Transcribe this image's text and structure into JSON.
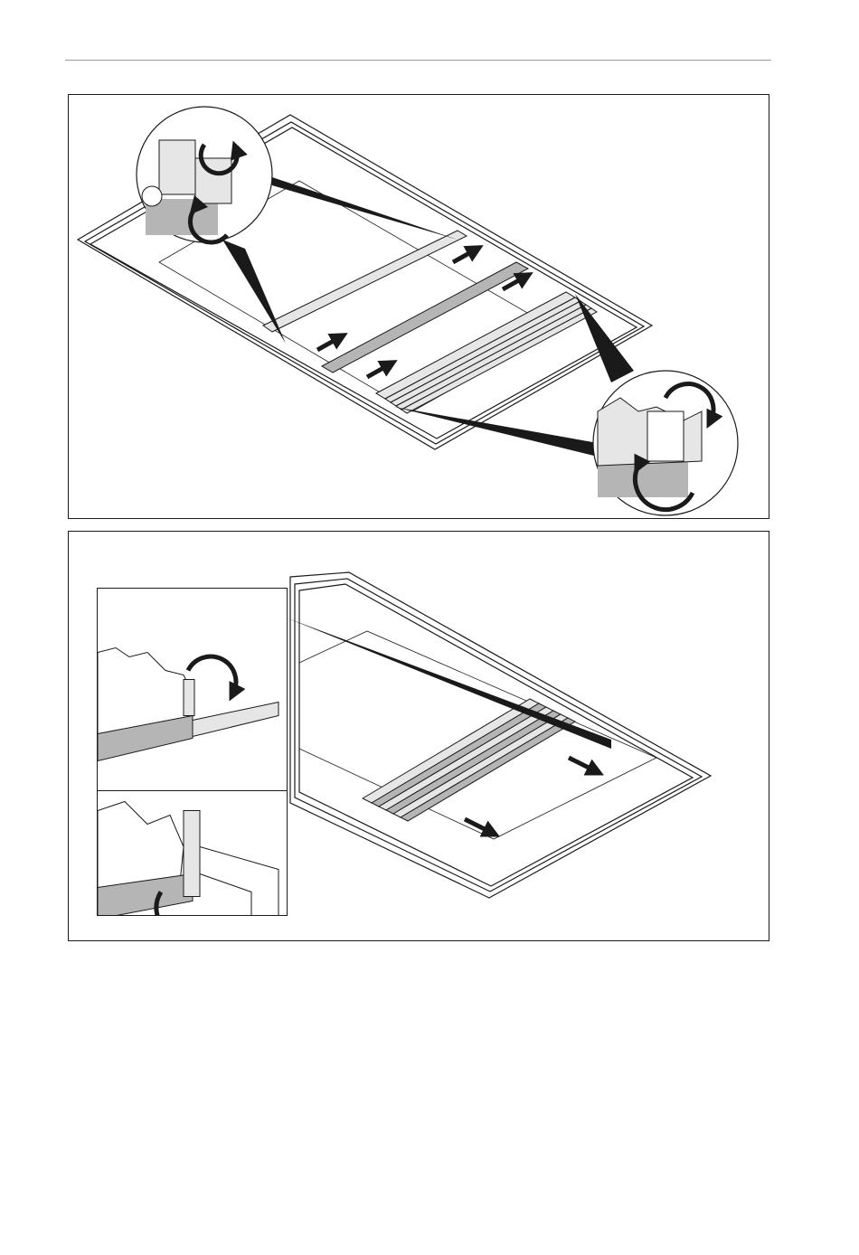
{
  "page": {
    "header_rule": true,
    "figures": [
      {
        "id": "figure-1",
        "description_icon": "frame-assembly-illustration",
        "arrows": [
          "arrow-up-right",
          "arrow-up-right",
          "arrow-up-right",
          "arrow-up-right"
        ],
        "callouts": [
          "detail-circle-top-left",
          "detail-circle-bottom-right"
        ]
      },
      {
        "id": "figure-2",
        "description_icon": "frame-sliding-panel-illustration",
        "arrows": [
          "arrow-down-right",
          "arrow-down-right"
        ],
        "inset_panels": [
          "detail-top",
          "detail-bottom"
        ]
      }
    ]
  },
  "colors": {
    "line": "#1a1a1a",
    "gray_fill": "#b5b5b5",
    "light_fill": "#e6e6e6",
    "rule": "#9a9a9a"
  }
}
